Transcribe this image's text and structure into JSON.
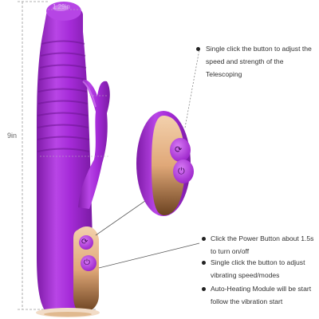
{
  "colors": {
    "body": "#a52bd8",
    "body_dark": "#7f1ba8",
    "body_light": "#c566ea",
    "gold": "#e8b98c",
    "gold_dark": "#8a5a34",
    "guide": "#9a9a9a"
  },
  "dimensions": {
    "height": "9in",
    "tip_width": "1.29in",
    "ear": "",
    "mid": ""
  },
  "notes": {
    "top": "Single click the button to adjust the speed and strength of the Telescoping",
    "bottom": [
      "Click the Power Button about 1.5s to turn on/off",
      "Single click the button to adjust vibrating speed/modes",
      "Auto-Heating Module will be start follow the vibration start"
    ]
  },
  "icons": {
    "mode_button": "mode-cycle-icon",
    "power_button": "power-icon"
  }
}
